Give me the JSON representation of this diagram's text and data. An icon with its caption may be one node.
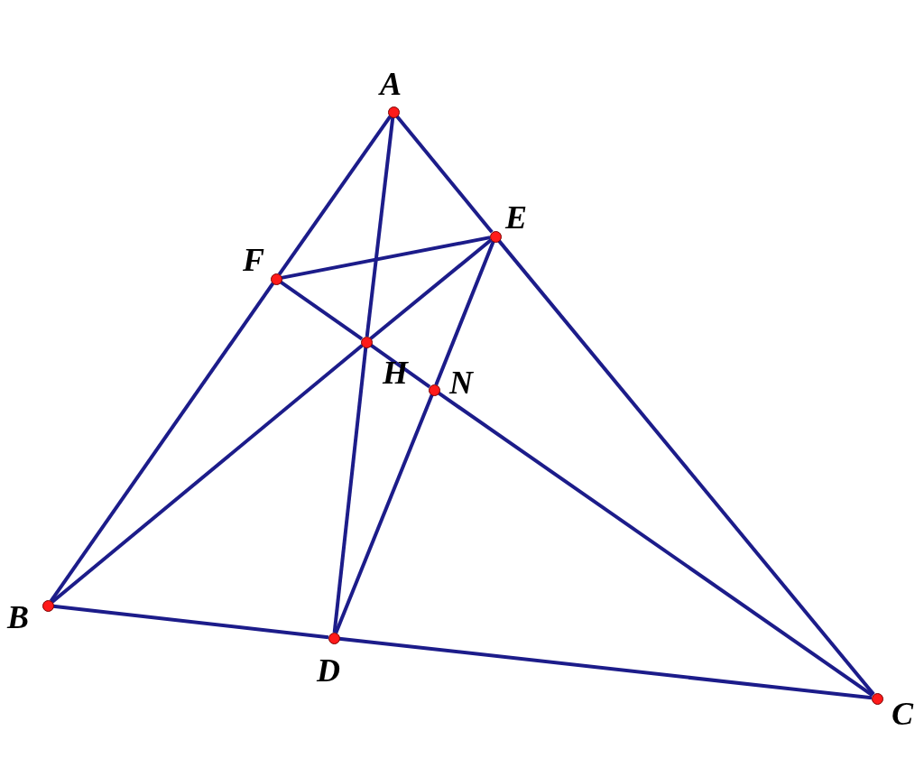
{
  "diagram": {
    "nodes": [
      {
        "text": [],
        "shape": "circle",
        "beside": [
          "A"
        ]
      },
      {
        "text": [],
        "shape": "circle",
        "beside": [
          "B"
        ]
      },
      {
        "text": [],
        "shape": "circle",
        "beside": [
          "C"
        ]
      },
      {
        "text": [],
        "shape": "circle",
        "beside": [
          "D"
        ]
      },
      {
        "text": [],
        "shape": "circle",
        "beside": [
          "E"
        ]
      },
      {
        "text": [],
        "shape": "circle",
        "beside": [
          "F"
        ]
      },
      {
        "text": [],
        "shape": "circle",
        "beside": [
          "H"
        ]
      },
      {
        "text": [],
        "shape": "circle",
        "beside": [
          "N"
        ]
      }
    ],
    "edges": [
      {
        "from": 0,
        "to": 5,
        "arrow": "none"
      },
      {
        "from": 5,
        "to": 1,
        "arrow": "none"
      },
      {
        "from": 0,
        "to": 4,
        "arrow": "none"
      },
      {
        "from": 4,
        "to": 2,
        "arrow": "none"
      },
      {
        "from": 1,
        "to": 3,
        "arrow": "none"
      },
      {
        "from": 3,
        "to": 2,
        "arrow": "none"
      },
      {
        "from": 0,
        "to": 6,
        "arrow": "none"
      },
      {
        "from": 6,
        "to": 3,
        "arrow": "none"
      },
      {
        "from": 1,
        "to": 6,
        "arrow": "none"
      },
      {
        "from": 6,
        "to": 4,
        "arrow": "none"
      },
      {
        "from": 5,
        "to": 4,
        "arrow": "none"
      },
      {
        "from": 5,
        "to": 6,
        "arrow": "none"
      },
      {
        "from": 6,
        "to": 7,
        "arrow": "none"
      },
      {
        "from": 7,
        "to": 2,
        "arrow": "none"
      },
      {
        "from": 4,
        "to": 7,
        "arrow": "none"
      },
      {
        "from": 7,
        "to": 3,
        "arrow": "none"
      }
    ]
  }
}
